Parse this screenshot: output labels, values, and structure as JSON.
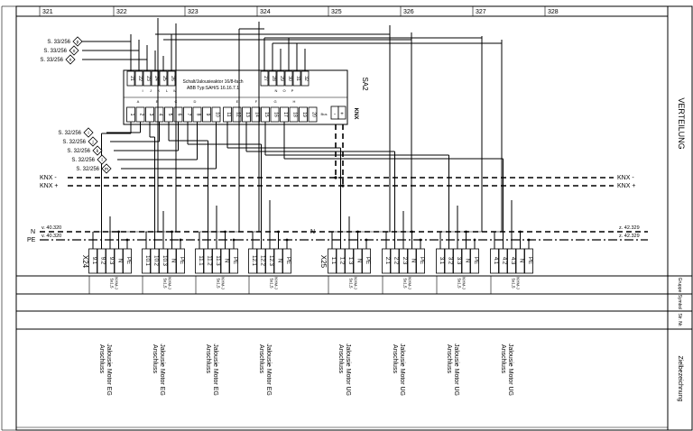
{
  "columns": [
    "321",
    "322",
    "323",
    "324",
    "325",
    "326",
    "327",
    "328"
  ],
  "device": {
    "name": "SA2",
    "line1": "Schalt/Jalousieaktor 16/8-fach",
    "line2": "ABB Typ:SAH/S 16.16.7.1",
    "knx": "KNX",
    "bus_term": "Bus",
    "top_terminals_left": [
      "21",
      "22",
      "23",
      "24",
      "25",
      "26"
    ],
    "top_terminals_right": [
      "27",
      "28",
      "29",
      "30",
      "31",
      "32"
    ],
    "top_letters_left": [
      "I",
      "J",
      "K",
      "L",
      "M"
    ],
    "top_letters_right": [
      "N",
      "O",
      "P"
    ],
    "bottom_terminals": [
      "1",
      "2",
      "3",
      "4",
      "5",
      "6",
      "7",
      "8",
      "9",
      "10",
      "11",
      "12",
      "13",
      "14",
      "15",
      "16",
      "17",
      "18",
      "19",
      "20"
    ],
    "bottom_letters": [
      "A",
      "B",
      "C",
      "D",
      "E",
      "F",
      "G",
      "H"
    ],
    "knx_plus": "+",
    "knx_minus": "-"
  },
  "cross_refs_top": [
    {
      "label": "S. 33/256",
      "letter": "p"
    },
    {
      "label": "S. 33/256",
      "letter": "o"
    },
    {
      "label": "S. 33/256",
      "letter": "n"
    }
  ],
  "cross_refs_bottom": [
    {
      "label": "S. 32/256",
      "letter": "i"
    },
    {
      "label": "S. 32/256",
      "letter": "j"
    },
    {
      "label": "S. 32/256",
      "letter": "k"
    },
    {
      "label": "S. 32/256",
      "letter": "l"
    },
    {
      "label": "S. 32/256",
      "letter": "m"
    }
  ],
  "bus": {
    "knx_minus": "KNX -",
    "knx_plus": "KNX +"
  },
  "rails": {
    "n_label": "N",
    "pe_label": "PE",
    "n_from": "v. 40.320",
    "pe_from": "v. 40.320",
    "n_to": "z. 42.329",
    "pe_to": "z. 42.329",
    "n_mid": "N"
  },
  "strips": [
    {
      "name": "X24"
    },
    {
      "name": "X25"
    }
  ],
  "groups": [
    {
      "terms": [
        "9.1",
        "9.2",
        "9.3",
        "N",
        "PE"
      ],
      "cable": "NYM-J",
      "size": "5x1,5",
      "desc1": "Anschluss",
      "desc2": "Jalousie Motor EG"
    },
    {
      "terms": [
        "10.1",
        "10.2",
        "10.3",
        "N",
        "PE"
      ],
      "cable": "NYM-J",
      "size": "5x1,5",
      "desc1": "Anschluss",
      "desc2": "Jalousie Motor EG"
    },
    {
      "terms": [
        "11.1",
        "11.2",
        "11.3",
        "N",
        "PE"
      ],
      "cable": "NYM-J",
      "size": "5x1,5",
      "desc1": "Anschluss",
      "desc2": "Jalousie Motor EG"
    },
    {
      "terms": [
        "12.1",
        "12.2",
        "12.3",
        "N",
        "PE"
      ],
      "cable": "NYM-J",
      "size": "5x1,5",
      "desc1": "Anschluss",
      "desc2": "Jalousie Motor EG"
    },
    {
      "terms": [
        "1.1",
        "1.2",
        "1.3",
        "N",
        "PE"
      ],
      "cable": "NYM-J",
      "size": "5x1,5",
      "desc1": "Anschluss",
      "desc2": "Jalousie Motor UG"
    },
    {
      "terms": [
        "2.1",
        "2.2",
        "2.3",
        "N",
        "PE"
      ],
      "cable": "NYM-J",
      "size": "5x1,5",
      "desc1": "Anschluss",
      "desc2": "Jalousie Motor UG"
    },
    {
      "terms": [
        "3.1",
        "3.2",
        "3.3",
        "N",
        "PE"
      ],
      "cable": "NYM-J",
      "size": "5x1,5",
      "desc1": "Anschluss",
      "desc2": "Jalousie Motor UG"
    },
    {
      "terms": [
        "4.1",
        "4.2",
        "4.3",
        "N",
        "PE"
      ],
      "cable": "NYM-J",
      "size": "5x1,5",
      "desc1": "Anschluss",
      "desc2": "Jalousie Motor UG"
    }
  ],
  "right_panel": {
    "title": "VERTEILUNG",
    "gruppe": "Gruppe",
    "symbol": "Symbol",
    "nr": "Str. Nr.",
    "ziel": "Zielbezeichnung"
  }
}
